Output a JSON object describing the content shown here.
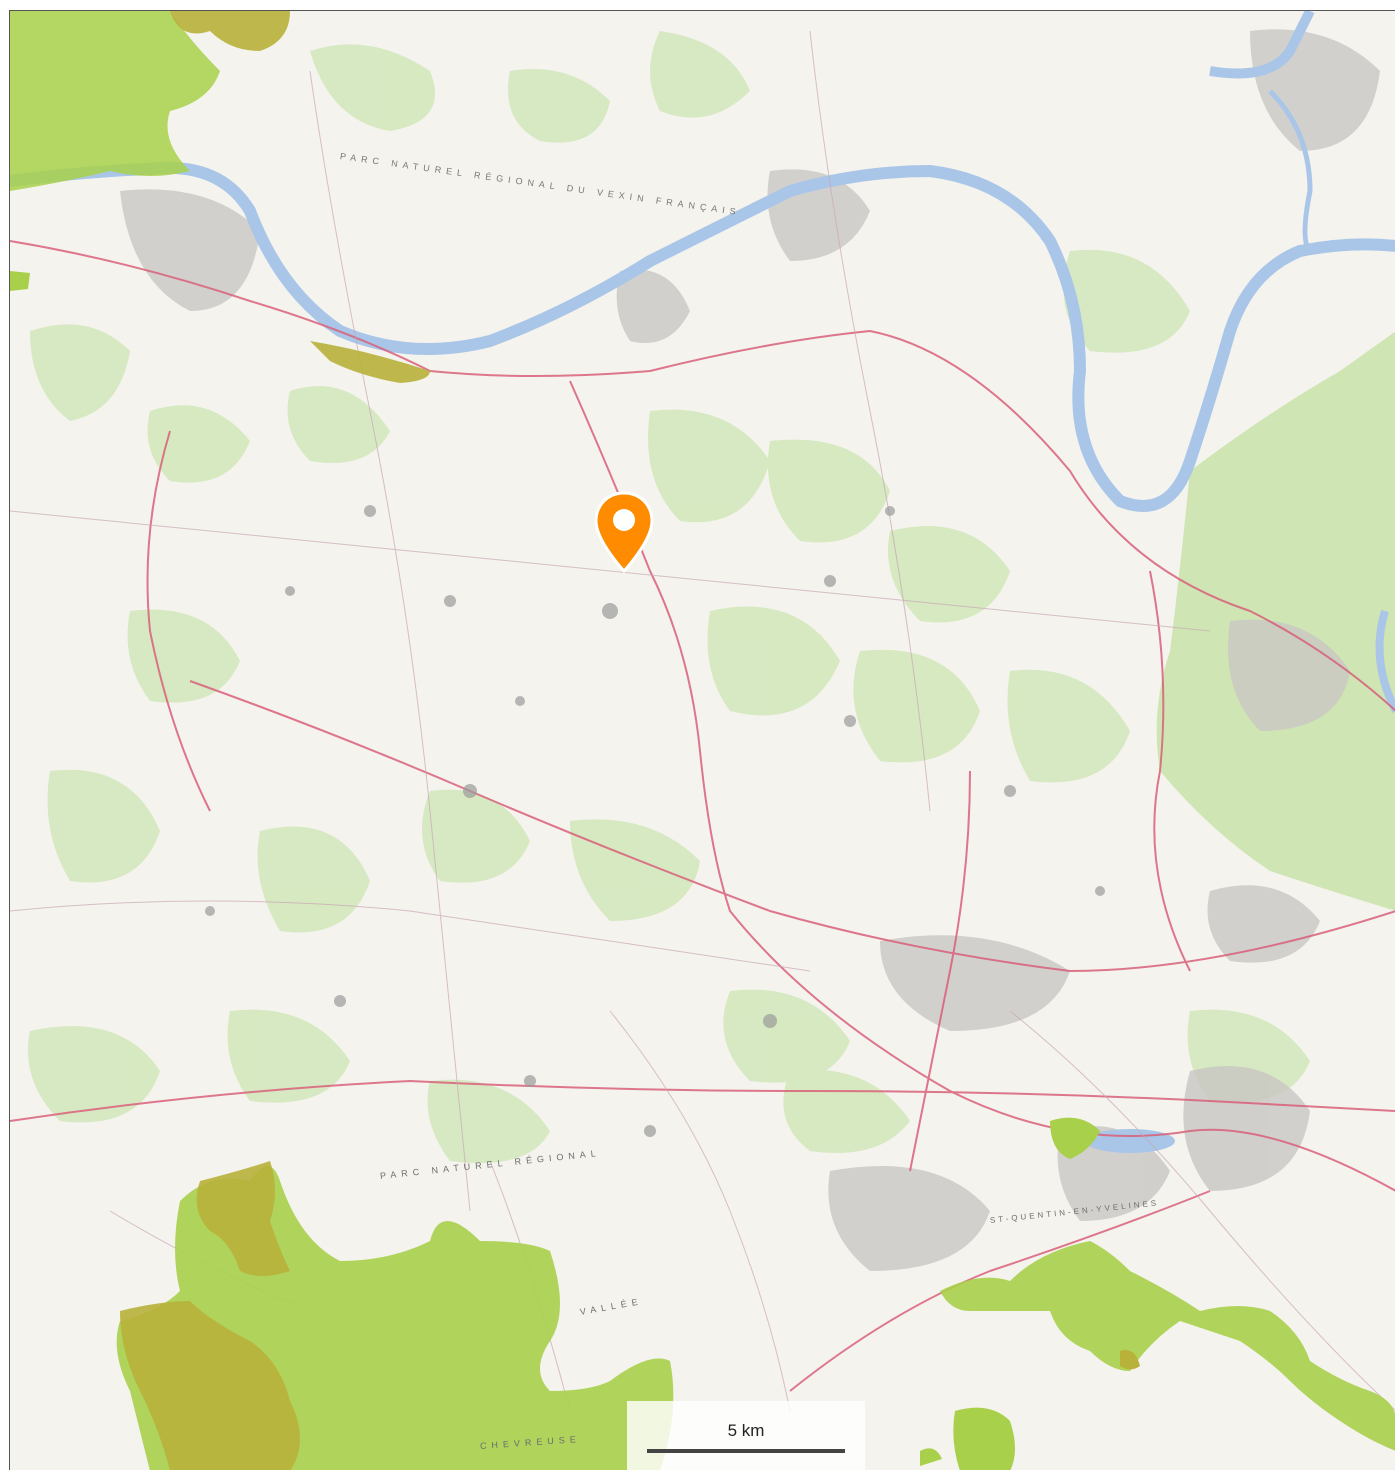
{
  "map": {
    "layer": "topographic",
    "scale_bar": {
      "label": "5 km"
    },
    "marker": {
      "type": "location-pin",
      "color": "#ff8c00"
    },
    "labels": {
      "park_north": "PARC NATUREL RÉGIONAL DU VEXIN FRANÇAIS",
      "park_south_1": "PARC NATUREL RÉGIONAL",
      "park_south_2": "VALLÉE",
      "park_south_3": "CHEVREUSE",
      "town_east": "ST-QUENTIN-EN-YVELINES"
    },
    "colors": {
      "river": "#a9c6e8",
      "forest": "#cfe6b4",
      "protected_area": "#a8d04a",
      "protected_area_alt": "#b8b13a",
      "road_major": "#d9607a",
      "urban": "#bdbdbd"
    }
  }
}
